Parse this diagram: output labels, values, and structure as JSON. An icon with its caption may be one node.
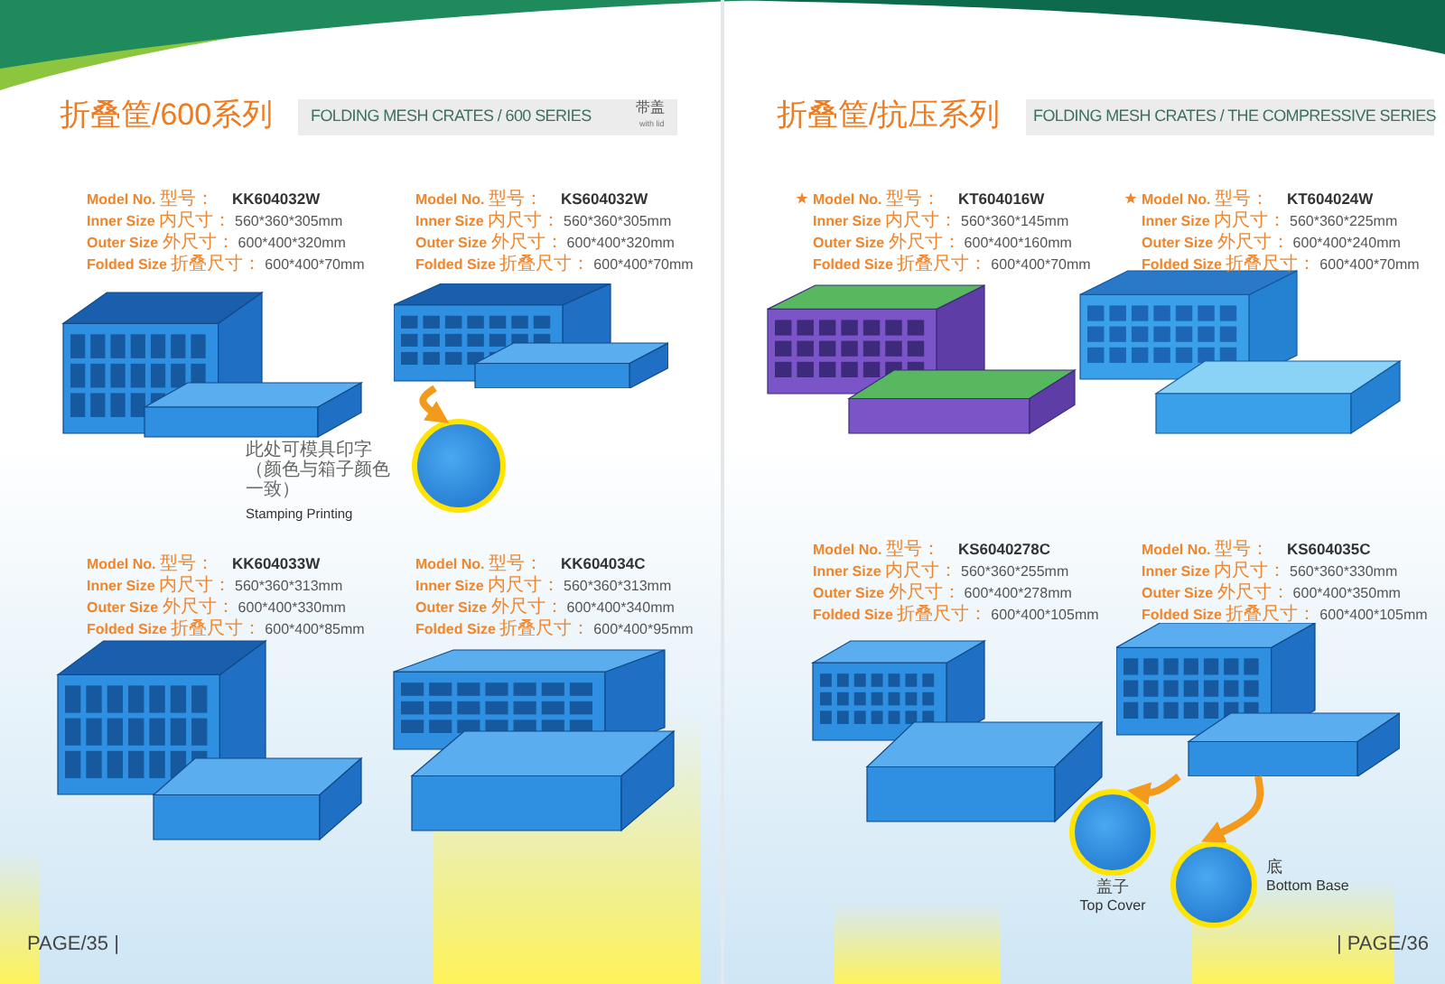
{
  "diagram": {
    "nodes": [
      {
        "text": [],
        "shape": "picture"
      },
      {
        "text": [],
        "shape": "circle",
        "beside": [
          "此处可模具印字（颜色与箱子颜色一致）",
          "Stamping Printing"
        ]
      },
      {
        "text": [],
        "shape": "picture"
      },
      {
        "text": [],
        "shape": "circle",
        "beside": [
          "盖子",
          "Top Cover"
        ]
      },
      {
        "text": [],
        "shape": "circle",
        "beside": [
          "底",
          "Bottom Base"
        ]
      }
    ],
    "edges": [
      {
        "from": 0,
        "to": 1,
        "arrow": "to"
      },
      {
        "from": 2,
        "to": 3,
        "arrow": "to"
      },
      {
        "from": 2,
        "to": 4,
        "arrow": "to"
      }
    ],
    "labels": [
      "折叠筐/600系列",
      "FOLDING MESH CRATES / 600 SERIES",
      "带盖",
      "with lid",
      "Model No. 型号：",
      "KK604032W",
      "Inner Size 内尺寸：",
      "560*360*305mm",
      "Outer Size 外尺寸：",
      "600*400*320mm",
      "Folded Size 折叠尺寸：",
      "600*400*70mm",
      "Model No. 型号：",
      "KS604032W",
      "Inner Size 内尺寸：",
      "560*360*305mm",
      "Outer Size 外尺寸：",
      "600*400*320mm",
      "Folded Size 折叠尺寸：",
      "600*400*70mm",
      "Model No. 型号：",
      "KK604033W",
      "Inner Size 内尺寸：",
      "560*360*313mm",
      "Outer Size 外尺寸：",
      "600*400*330mm",
      "Folded Size 折叠尺寸：",
      "600*400*85mm",
      "Model No. 型号：",
      "KK604034C",
      "Inner Size 内尺寸：",
      "560*360*313mm",
      "Outer Size 外尺寸：",
      "600*400*340mm",
      "Folded Size 折叠尺寸：",
      "600*400*95mm",
      "PAGE/35 |",
      "折叠筐/抗压系列",
      "FOLDING MESH CRATES  / THE COMPRESSIVE SERIES",
      "Model No. 型号：",
      "KT604016W",
      "Inner Size 内尺寸：",
      "560*360*145mm",
      "Outer Size 外尺寸：",
      "600*400*160mm",
      "Folded Size 折叠尺寸：",
      "600*400*70mm",
      "Model No. 型号：",
      "KT604024W",
      "Inner Size 内尺寸：",
      "560*360*225mm",
      "Outer Size 外尺寸：",
      "600*400*240mm",
      "Folded Size 折叠尺寸：",
      "600*400*70mm",
      "Model No. 型号：",
      "KS6040278C",
      "Inner Size 内尺寸：",
      "560*360*255mm",
      "Outer Size 外尺寸：",
      "600*400*278mm",
      "Folded Size 折叠尺寸：",
      "600*400*105mm",
      "Model No. 型号：",
      "KS604035C",
      "Inner Size 内尺寸：",
      "560*360*330mm",
      "Outer Size 外尺寸：",
      "600*400*350mm",
      "Folded Size 折叠尺寸：",
      "600*400*105mm",
      "| PAGE/36"
    ]
  }
}
